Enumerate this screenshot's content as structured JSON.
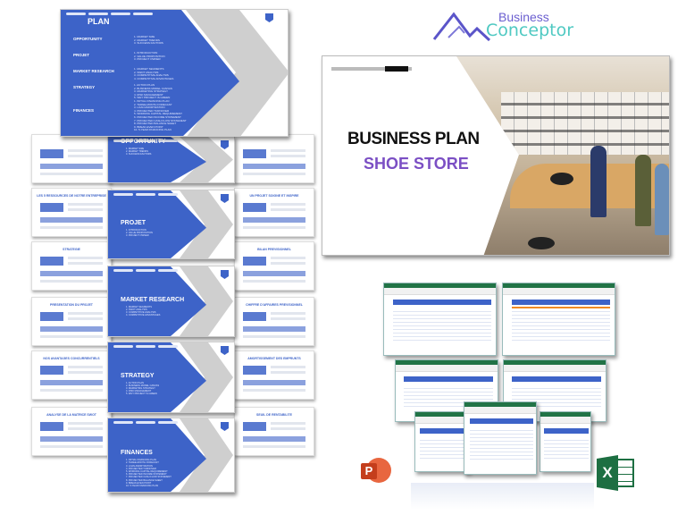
{
  "brand": {
    "line1": "Business",
    "line2": "Conceptor",
    "colors": {
      "mountain": "#5b55c9",
      "business": "#6b5fd0",
      "conceptor": "#4fc9c2"
    }
  },
  "cover": {
    "title": "BUSINESS PLAN",
    "subtitle": "SHOE STORE",
    "title_color": "#111111",
    "subtitle_color": "#7b4fc4"
  },
  "plan_slide": {
    "title": "PLAN",
    "sections": [
      {
        "label": "OPPORTUNITY",
        "items": [
          "1. MARKET SIZE",
          "2. MARKET TRENDS",
          "3. SUCCESS FACTORS"
        ]
      },
      {
        "label": "PROJET",
        "items": [
          "1. INTRODUCTION",
          "2. VALUE PROPOSITION",
          "3. PROJECT OWNER"
        ]
      },
      {
        "label": "MARKET RESEARCH",
        "items": [
          "1. MARKET SEGMENTS",
          "2. SWOT ANALYSIS",
          "3. COMPETITIVE ANALYSIS",
          "4. COMPETITIVE ADVANTAGES"
        ]
      },
      {
        "label": "STRATEGY",
        "items": [
          "1. ACTION PLAN",
          "2. BUSINESS MODEL CANVAS",
          "3. MARKETING STRATEGY",
          "4. RISK MANAGEMENT",
          "5. WHY PROJECT IS GREEN"
        ]
      },
      {
        "label": "FINANCES",
        "items": [
          "1. INITIAL FINANCING PLAN",
          "2. THREE-MONTH FORECAST",
          "3. LOAN AMORTIZATION",
          "4. PROJECTED TURNOVER",
          "5. WORKING CAPITAL REQUIREMENT",
          "6. PROJECTED INCOME STATEMENT",
          "7. PROJECTED CASH FLOW STATEMENT",
          "8. PROJECTED BALANCE SHEET",
          "9. BREAK-EVEN POINT",
          "10. 5-YEAR FINANCING PLAN"
        ]
      }
    ]
  },
  "section_slides": [
    {
      "title": "OPPORTUNITY",
      "items": [
        "1. MARKET SIZE",
        "2. MARKET TRENDS",
        "3. SUCCESS FACTORS"
      ]
    },
    {
      "title": "PROJET",
      "items": [
        "1. INTRODUCTION",
        "2. VALUE PROPOSITION",
        "3. PROJECT OWNER"
      ]
    },
    {
      "title": "MARKET RESEARCH",
      "items": [
        "1. MARKET SEGMENTS",
        "2. SWOT ANALYSIS",
        "3. COMPETITIVE ANALYSIS",
        "4. COMPETITIVE ADVANTAGES"
      ]
    },
    {
      "title": "STRATEGY",
      "items": [
        "1. ACTION PLAN",
        "2. BUSINESS MODEL CANVAS",
        "3. MARKETING STRATEGY",
        "4. RISK MANAGEMENT",
        "5. WHY PROJECT IS GREEN"
      ]
    },
    {
      "title": "FINANCES",
      "items": [
        "1. INITIAL FINANCING PLAN",
        "2. THREE-MONTH FORECAST",
        "3. LOAN AMORTIZATION",
        "4. PROJECTED TURNOVER",
        "5. WORKING CAPITAL REQUIREMENT",
        "6. PROJECTED INCOME STATEMENT",
        "7. PROJECTED CASH FLOW STATEMENT",
        "8. PROJECTED BALANCE SHEET",
        "9. BREAK-EVEN POINT",
        "10. 5-YEAR FINANCING PLAN"
      ]
    }
  ],
  "left_thumbs": [
    "",
    "LES 5 RESSOURCES DE NOTRE ENTREPRISE",
    "STRATEGIE",
    "PRESENTATION DU PROJET",
    "NOS AVANTAGES CONCURRENTIELS",
    "ANALYSE DE LA MATRICE SWOT"
  ],
  "right_thumbs": [
    "",
    "UN PROJET SOIGNE ET INSPIRE",
    "BILAN PREVISIONNEL",
    "CHIFFRE D'AFFAIRES PREVISIONNEL",
    "AMORTISSEMENT DES EMPRUNTS",
    "SEUIL DE RENTABILITE"
  ],
  "apps": {
    "powerpoint": "P",
    "excel": "X",
    "powerpoint_color": "#d04423",
    "excel_color": "#1d6f42"
  },
  "accent": "#3d63c8"
}
